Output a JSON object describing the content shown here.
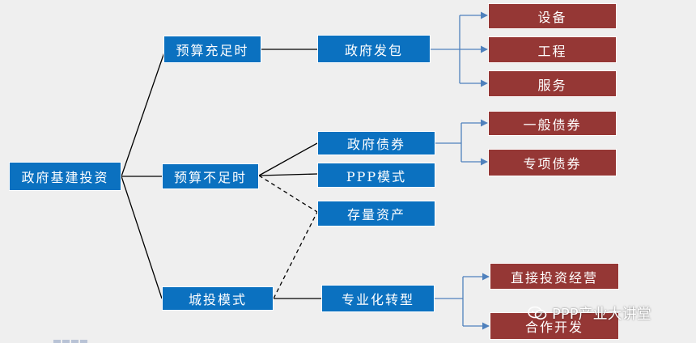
{
  "diagram": {
    "root": "政府基建投资",
    "budget_sufficient": "预算充足时",
    "budget_insufficient": "预算不足时",
    "urban_investment": "城投模式",
    "gov_contract": "政府发包",
    "gov_bonds": "政府债券",
    "ppp": "PPP模式",
    "existing_assets": "存量资产",
    "specialized_transform": "专业化转型",
    "equipment": "设备",
    "engineering": "工程",
    "services": "服务",
    "general_bonds": "一般债券",
    "special_bonds": "专项债券",
    "direct_investment": "直接投资经营",
    "cooperative_dev": "合作开发"
  },
  "colors": {
    "background": "#efefef",
    "blue_node": "#0b71c0",
    "red_node": "#953735",
    "solid_line": "#000000",
    "arrow_line": "#4f81bd"
  },
  "watermark": {
    "icon": "wechat-icon",
    "text": "PPP产业大讲堂"
  }
}
